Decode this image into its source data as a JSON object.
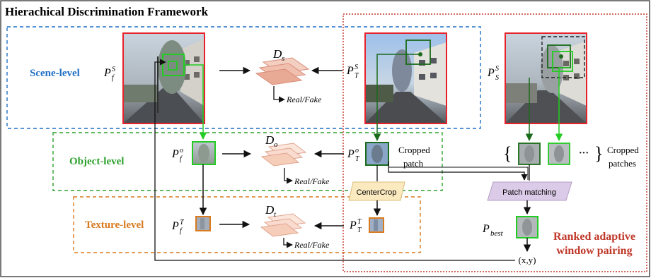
{
  "title": "Hierachical Discrimination Framework",
  "levels": {
    "scene": "Scene-level",
    "object": "Object-level",
    "texture": "Texture-level"
  },
  "discriminators": {
    "scene": "D",
    "scene_sub": "s",
    "object": "D",
    "object_sub": "o",
    "texture": "D",
    "texture_sub": "t"
  },
  "outputs": {
    "scene": "Real/Fake",
    "object": "Real/Fake",
    "texture": "Real/Fake"
  },
  "patches": {
    "fake_scene": {
      "base": "P",
      "sub": "f",
      "sup": "S"
    },
    "target_scene": {
      "base": "P",
      "sub": "T",
      "sup": "S"
    },
    "source_scene": {
      "base": "P",
      "sub": "S",
      "sup": "S"
    },
    "fake_object": {
      "base": "P",
      "sub": "f",
      "sup": "o"
    },
    "target_object": {
      "base": "P",
      "sub": "T",
      "sup": "o"
    },
    "fake_texture": {
      "base": "P",
      "sub": "f",
      "sup": "T"
    },
    "target_texture": {
      "base": "P",
      "sub": "T",
      "sup": "T"
    },
    "best": {
      "base": "P",
      "sub": "best"
    }
  },
  "labels": {
    "cropped_patch_line1": "Cropped",
    "cropped_patch_line2": "patch",
    "cropped_patches_line1": "Cropped",
    "cropped_patches_line2": "patches",
    "ellipsis": "···",
    "centercrop": "CenterCrop",
    "patch_matching": "Patch matching",
    "ranked_line1": "Ranked adaptive",
    "ranked_line2": "window pairing",
    "coords": "(x,y)"
  },
  "colors": {
    "scene": "#1f6fc5",
    "object": "#2ca02c",
    "texture": "#d97a1f",
    "ranked": "#c0392b",
    "disc_fill": "#f3cfc2",
    "disc_stroke": "#d98c7a",
    "centercrop_fill": "#fbeac0",
    "patchmatch_fill": "#dccbe8",
    "green_link": "#22cc22"
  }
}
